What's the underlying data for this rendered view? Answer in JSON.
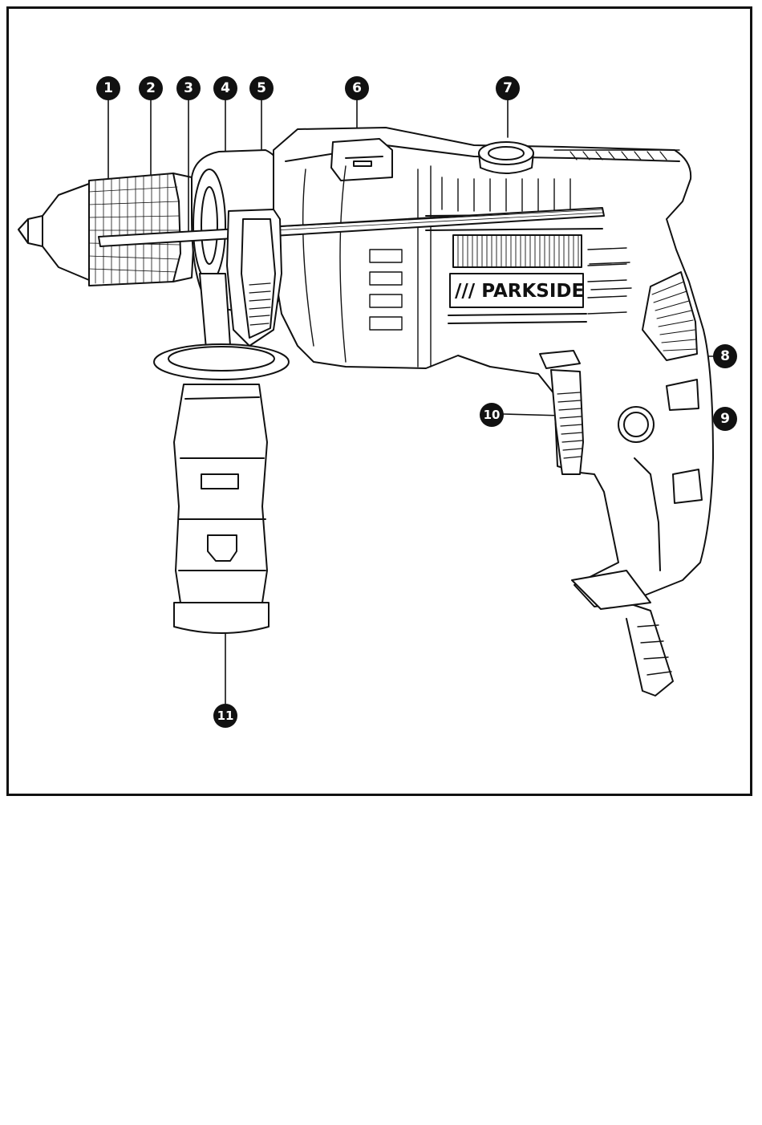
{
  "callouts": {
    "c1": "1",
    "c2": "2",
    "c3": "3",
    "c4": "4",
    "c5": "5",
    "c6": "6",
    "c7": "7",
    "c8": "8",
    "c9": "9",
    "c10": "10",
    "c11": "11"
  },
  "brand": {
    "logo_text": "/// PARKSIDE"
  },
  "colors": {
    "ink": "#111111",
    "paper": "#ffffff"
  }
}
